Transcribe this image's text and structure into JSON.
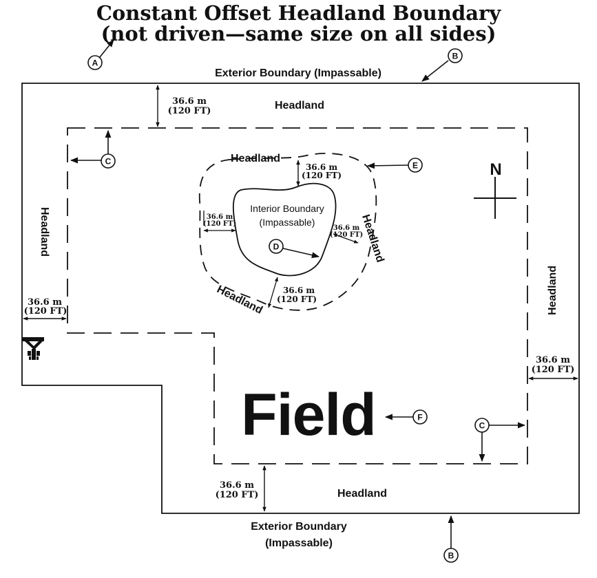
{
  "title": {
    "line1": "Constant Offset Headland Boundary",
    "line2": "(not driven—same size on all sides)"
  },
  "callouts": {
    "a": "A",
    "b": "B",
    "c": "C",
    "d": "D",
    "e": "E",
    "f": "F"
  },
  "labels": {
    "exterior_boundary": "Exterior Boundary (Impassable)",
    "exterior_boundary_line1": "Exterior Boundary",
    "exterior_boundary_line2": "(Impassable)",
    "headland": "Headland",
    "interior_boundary_line1": "Interior Boundary",
    "interior_boundary_line2": "(Impassable)",
    "field": "Field",
    "north": "N"
  },
  "measurement": {
    "metric": "36.6 m",
    "imperial": "(120 FT)"
  },
  "icons": {
    "tractor": "tractor-icon",
    "compass": "north-arrow-icon"
  },
  "colors": {
    "line": "#111111",
    "background": "#ffffff"
  }
}
